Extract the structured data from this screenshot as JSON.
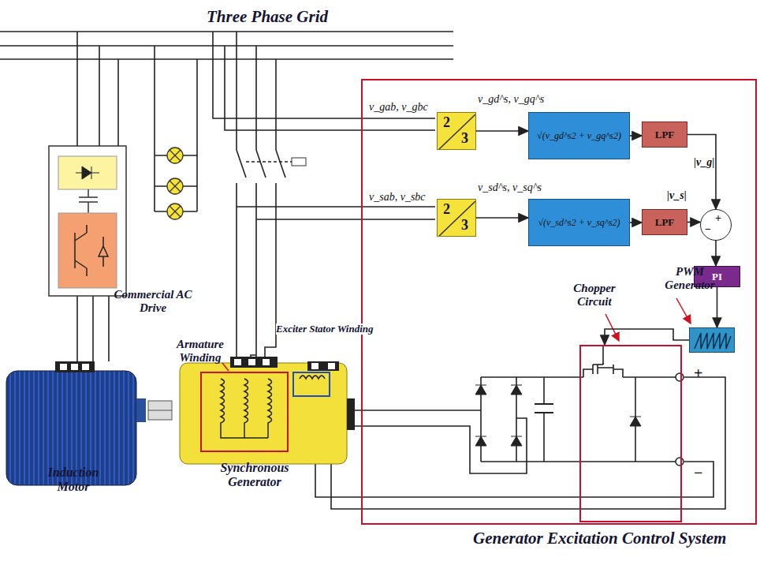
{
  "diagram": {
    "title": "Three Phase Grid",
    "nodes": [
      {
        "text": [
          "Generator Excitation Control System"
        ]
      },
      {
        "text": [
          "2",
          "3"
        ],
        "in": 0
      },
      {
        "text": [
          "√(v_gd^s2 + v_gq^s2)"
        ],
        "in": 0
      },
      {
        "text": [
          "LPF"
        ],
        "in": 0
      },
      {
        "text": [
          "2",
          "3"
        ],
        "in": 0
      },
      {
        "text": [
          "√(v_sd^s2 + v_sq^s2)"
        ],
        "in": 0
      },
      {
        "text": [
          "LPF"
        ],
        "in": 0
      },
      {
        "text": [
          "+",
          "−"
        ],
        "in": 0
      },
      {
        "text": [
          "PI"
        ],
        "in": 0
      },
      {
        "text": [
          "PWM Generator"
        ],
        "in": 0
      },
      {
        "text": [
          "Chopper Circuit"
        ],
        "in": 0
      },
      {
        "text": [
          "Commercial AC Drive"
        ]
      },
      {
        "text": [
          "Induction Motor"
        ]
      },
      {
        "text": [
          "Synchronous Generator"
        ]
      }
    ],
    "edges": [
      {
        "from": 1,
        "to": 2,
        "arrow": "to"
      },
      {
        "from": 2,
        "to": 3,
        "arrow": "to"
      },
      {
        "from": 4,
        "to": 5,
        "arrow": "to"
      },
      {
        "from": 5,
        "to": 6,
        "arrow": "to"
      },
      {
        "from": 3,
        "to": 7,
        "arrow": "to"
      },
      {
        "from": 6,
        "to": 7,
        "arrow": "to"
      },
      {
        "from": 7,
        "to": 8,
        "arrow": "to"
      },
      {
        "from": 8,
        "to": 9,
        "arrow": "to"
      },
      {
        "from": 9,
        "to": 10,
        "arrow": "to"
      }
    ],
    "labels": [
      "Armature Winding",
      "Exciter Stator Winding",
      "v_gab, v_gbc",
      "v_sab, v_sbc",
      "v_gd^s, v_gq^s",
      "v_sd^s, v_sq^s",
      "|v_g|",
      "|v_s|",
      "+",
      "−"
    ]
  }
}
